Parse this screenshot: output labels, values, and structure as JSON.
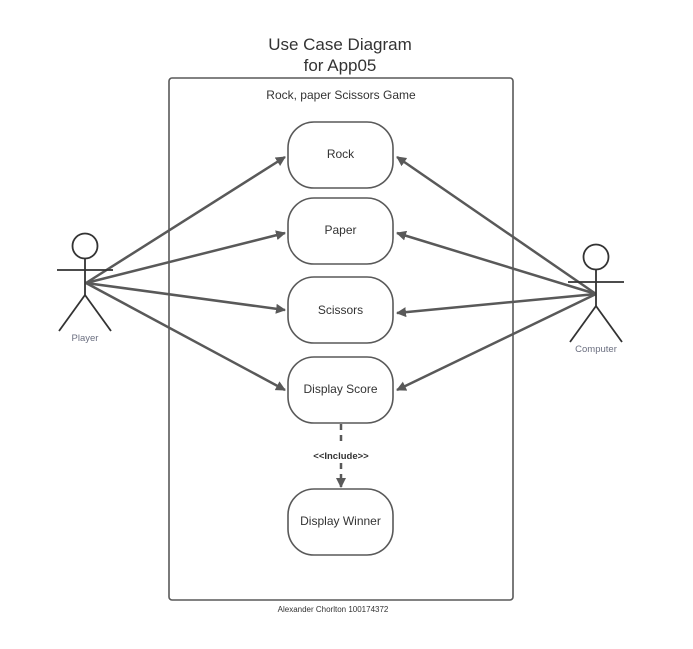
{
  "title": {
    "line1": "Use Case Diagram",
    "line2": "for App05"
  },
  "system": {
    "label": "Rock, paper Scissors Game"
  },
  "use_cases": {
    "rock": "Rock",
    "paper": "Paper",
    "scissors": "Scissors",
    "display_score": "Display Score",
    "display_winner": "Display Winner"
  },
  "actors": {
    "player": "Player",
    "computer": "Computer"
  },
  "relationship": {
    "include_label": "<<Include>>"
  },
  "footer": "Alexander Chorlton 100174372",
  "colors": {
    "line": "#595959",
    "text": "#333333",
    "actor_label": "#6b6f80"
  }
}
